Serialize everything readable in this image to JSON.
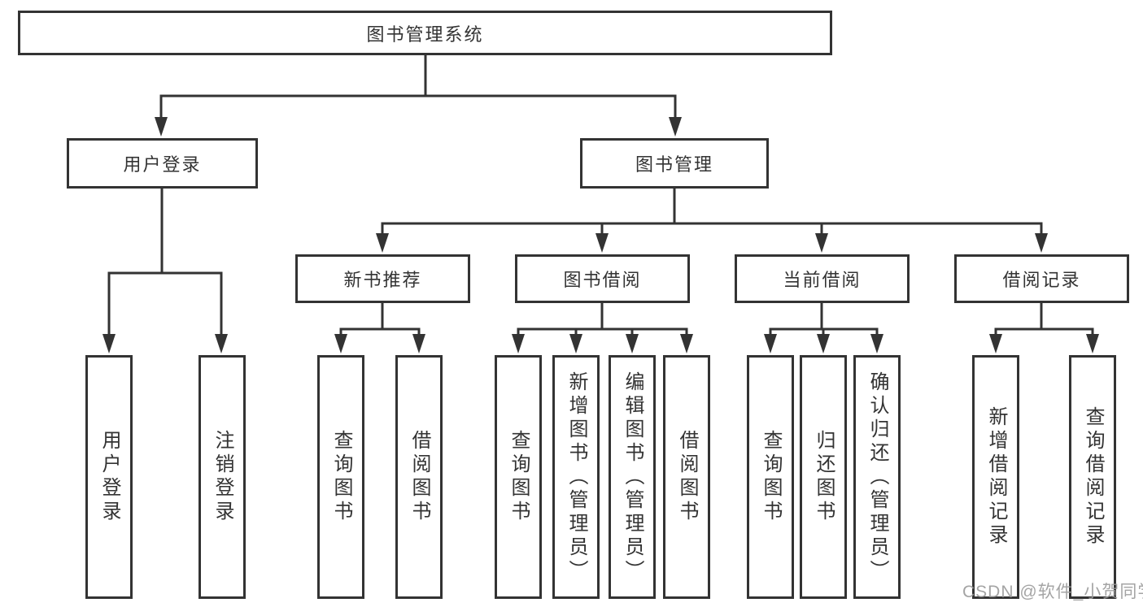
{
  "diagram_title": "图书管理系统",
  "colors": {
    "line": "#333333",
    "text": "#333333",
    "box_background": "#ffffff",
    "page_background": "#ffffff",
    "watermark": "#9b9b9b"
  },
  "tree": {
    "root": "图书管理系统",
    "branches": [
      {
        "label": "用户登录",
        "children": [
          "用户登录",
          "注销登录"
        ]
      },
      {
        "label": "图书管理",
        "children": [
          {
            "label": "新书推荐",
            "children": [
              "查询图书",
              "借阅图书"
            ]
          },
          {
            "label": "图书借阅",
            "children": [
              "查询图书",
              "新增图书（管理员）",
              "编辑图书（管理员）",
              "借阅图书"
            ]
          },
          {
            "label": "当前借阅",
            "children": [
              "查询图书",
              "归还图书",
              "确认归还（管理员）"
            ]
          },
          {
            "label": "借阅记录",
            "children": [
              "新增借阅记录",
              "查询借阅记录"
            ]
          }
        ]
      }
    ]
  },
  "watermark": "CSDN @软件_小贺同学"
}
